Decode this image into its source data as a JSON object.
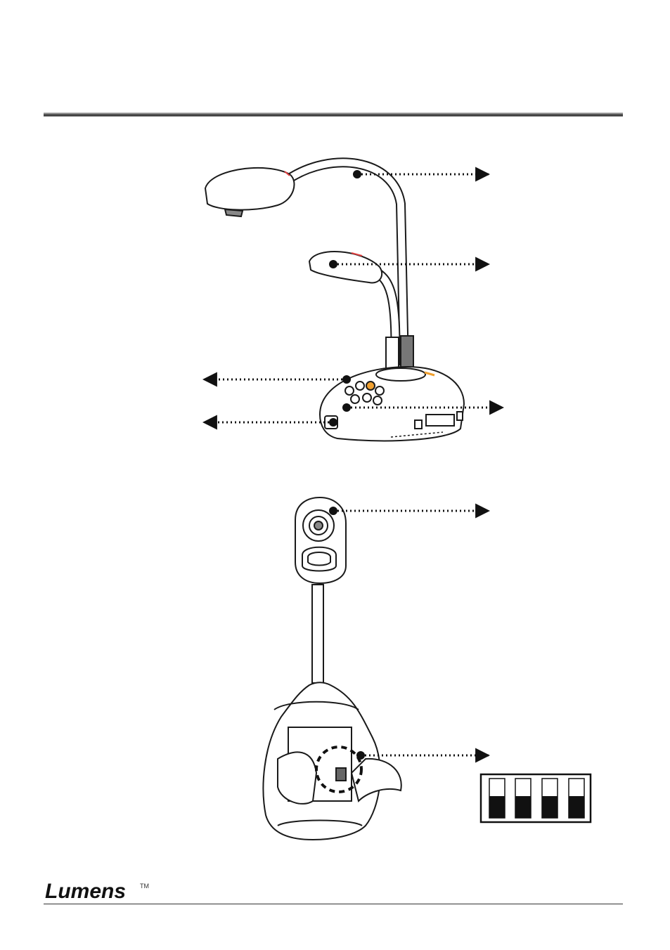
{
  "footer": {
    "brand": "Lumens",
    "trademark": "TM"
  },
  "figure": {
    "dip_switch_count": 4
  },
  "colors": {
    "line": "#1a1a1a",
    "accent": "#f0a030",
    "led": "#e04040"
  }
}
